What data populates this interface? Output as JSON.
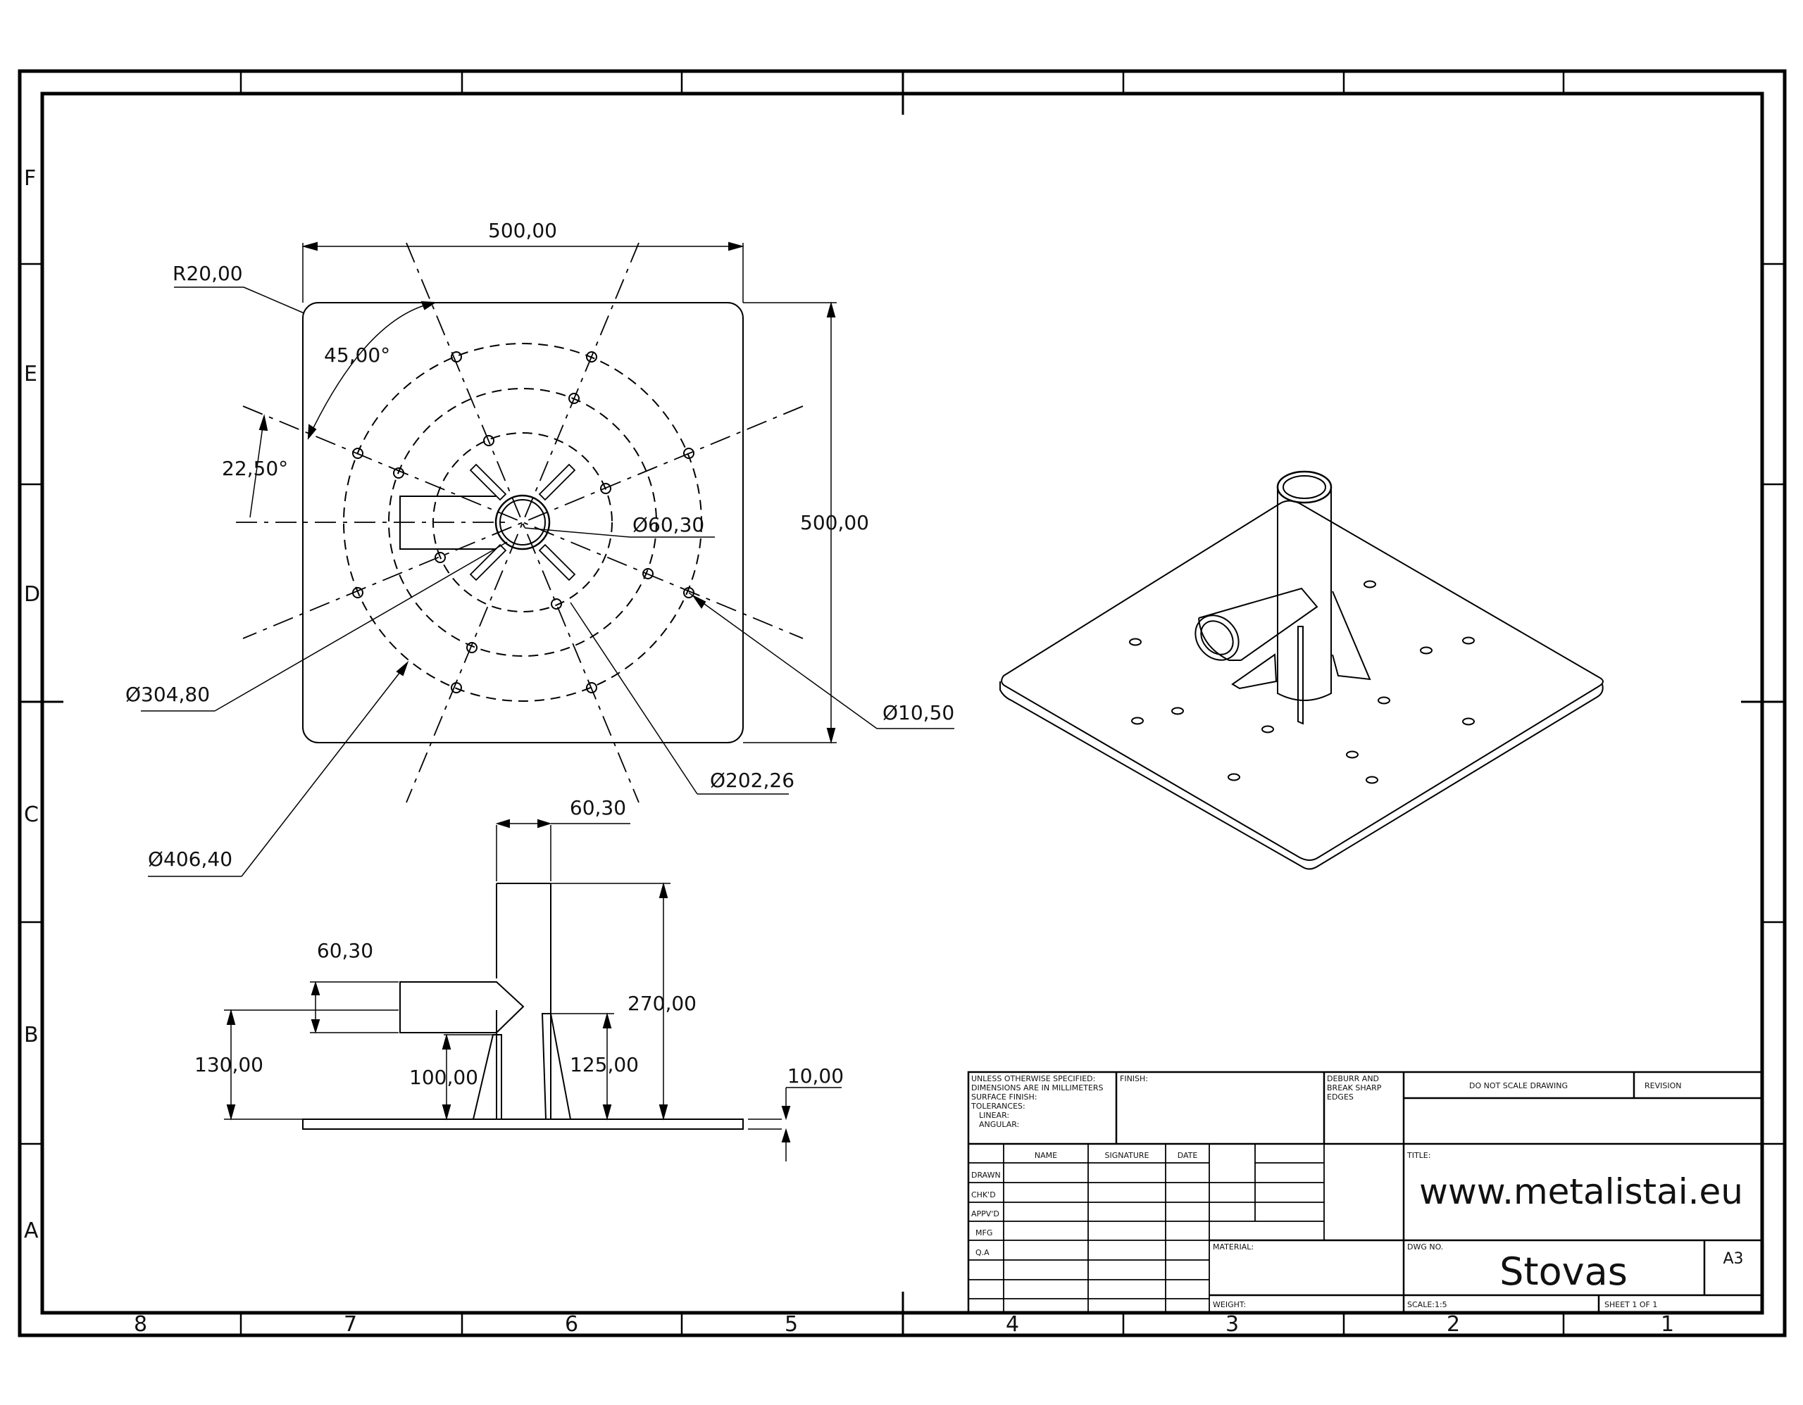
{
  "sheet": {
    "zones_rows": [
      "F",
      "E",
      "D",
      "C",
      "B",
      "A"
    ],
    "zones_cols": [
      "8",
      "7",
      "6",
      "5",
      "4",
      "3",
      "2",
      "1"
    ]
  },
  "top_view": {
    "width_dim": "500,00",
    "height_dim": "500,00",
    "corner_radius": "R20,00",
    "angle_1": "45,00°",
    "angle_2": "22,50°",
    "pipe_dia": "Ø60,30",
    "bolt_circle_outer": "Ø406,40",
    "bolt_circle_mid": "Ø304,80",
    "bolt_circle_inner": "Ø202,26",
    "hole_dia": "Ø10,50"
  },
  "front_view": {
    "pipe_top_dia": "60,30",
    "pipe_side_dia": "60,30",
    "height_total": "270,00",
    "side_height": "130,00",
    "gusset_left": "100,00",
    "gusset_right": "125,00",
    "plate_thickness": "10,00"
  },
  "title_block": {
    "notes": [
      "UNLESS OTHERWISE SPECIFIED:",
      "DIMENSIONS ARE IN MILLIMETERS",
      "SURFACE FINISH:",
      "TOLERANCES:",
      "LINEAR:",
      "ANGULAR:"
    ],
    "finish_label": "FINISH:",
    "deburr": [
      "DEBURR AND",
      "BREAK SHARP",
      "EDGES"
    ],
    "do_not_scale": "DO NOT SCALE DRAWING",
    "revision_label": "REVISION",
    "col_name": "NAME",
    "col_signature": "SIGNATURE",
    "col_date": "DATE",
    "rows": [
      "DRAWN",
      "CHK'D",
      "APPV'D",
      "MFG",
      "Q.A"
    ],
    "title_label": "TITLE:",
    "title": "www.metalistai.eu",
    "material_label": "MATERIAL:",
    "weight_label": "WEIGHT:",
    "dwg_no_label": "DWG NO.",
    "dwg_no": "Stovas",
    "size": "A3",
    "scale": "SCALE:1:5",
    "sheet": "SHEET 1 OF 1"
  }
}
